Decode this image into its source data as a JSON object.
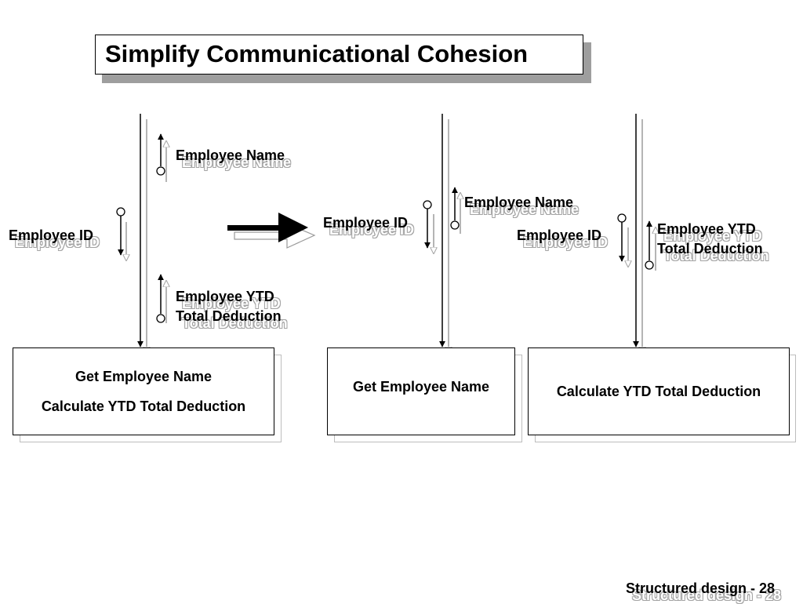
{
  "title": "Simplify Communicational Cohesion",
  "footer": "Structured design - 28",
  "left": {
    "param_employee_name": "Employee Name",
    "param_employee_id": "Employee ID",
    "param_ytd_line1": "Employee YTD",
    "param_ytd_line2": "Total Deduction",
    "module_line1": "Get Employee Name",
    "module_line2": "Calculate YTD Total Deduction"
  },
  "right_a": {
    "param_employee_name": "Employee Name",
    "param_employee_id": "Employee ID",
    "module_label": "Get Employee Name"
  },
  "right_b": {
    "param_employee_id": "Employee ID",
    "param_ytd_line1": "Employee YTD",
    "param_ytd_line2": "Total Deduction",
    "module_label": "Calculate YTD Total Deduction"
  }
}
